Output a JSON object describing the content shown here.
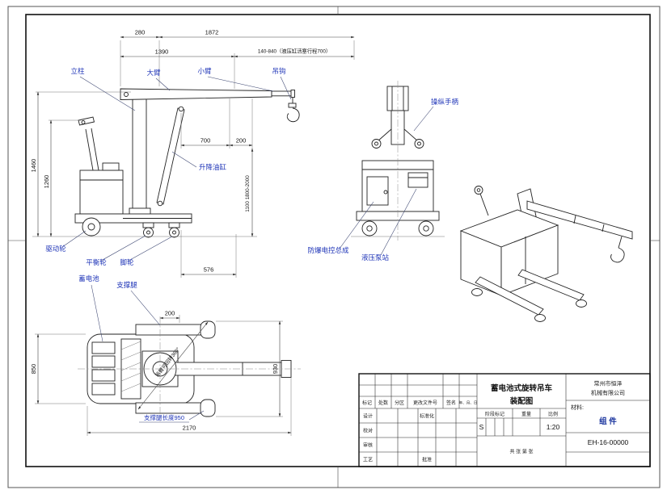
{
  "drawing": {
    "callouts": {
      "mast": "立柱",
      "boom": "大臂",
      "jib": "小臂",
      "hook": "吊钩",
      "handle": "操纵手柄",
      "lift_cylinder": "升降油缸",
      "drive_wheel": "驱动轮",
      "balance_wheel": "平衡轮",
      "caster_wheel": "脚轮",
      "control_assembly": "防爆电控总成",
      "pump_station": "液压泵站",
      "battery": "蓄电池",
      "support_leg": "支撑腿",
      "support_leg_length": "支撑腿长度950",
      "rotation_note": "吊臂可回转360°",
      "stroke_note": "140-840（液压缸活塞行程700）"
    },
    "dims": {
      "d280": "280",
      "d1872": "1872",
      "d1390": "1390",
      "d700": "700",
      "d200": "200",
      "d1460": "1460",
      "d1260": "1260",
      "hook_heights": "1100 1800-2000",
      "d576": "576",
      "d2170": "2170",
      "d850": "850",
      "d930": "930",
      "d200_top": "200"
    }
  },
  "title_block": {
    "company_line1": "常州市恒泽",
    "company_line2": "机械有限公司",
    "title_line1": "蓄电池式旋转吊车",
    "title_line2": "装配图",
    "material_label": "材料:",
    "material_value": "组 件",
    "drawing_number": "EH-16-00000",
    "stage_label": "阶段标记",
    "weight_label": "重量",
    "scale_label": "比例",
    "stage_value": "S",
    "scale_value": "1:20",
    "sheet_info": "共 张 第 张",
    "rev": {
      "mark": "标记",
      "count": "处数",
      "zone": "分区",
      "doc": "更改文件号",
      "sign": "签名",
      "date": "年、月、日"
    },
    "roles": {
      "design": "设计",
      "proof": "校对",
      "audit": "审核",
      "craft": "工艺",
      "standard": "标准化",
      "approve": "批准"
    }
  }
}
